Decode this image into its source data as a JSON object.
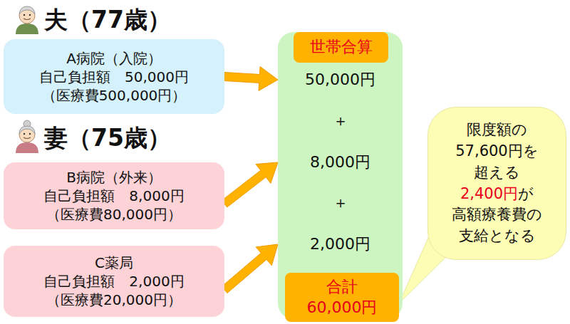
{
  "diagram": {
    "nodes": [
      {
        "text": [
          "A病院（入院）",
          "自己負担額　50,000円",
          "（医療費500,000円）"
        ]
      },
      {
        "text": [
          "B病院（外来）",
          "自己負担額　8,000円",
          "（医療費80,000円）"
        ]
      },
      {
        "text": [
          "C薬局",
          "自己負担額　2,000円",
          "（医療費20,000円）"
        ]
      },
      {
        "text": [
          "50,000円",
          "＋",
          "8,000円",
          "＋",
          "2,000円"
        ]
      },
      {
        "text": [
          "世帯合算"
        ],
        "in": 3
      },
      {
        "text": [
          "合計",
          "60,000円"
        ],
        "in": 3
      },
      {
        "text": [
          "限度額の",
          "57,600円を",
          "超える",
          "2,400円",
          "が",
          "高額療養費の",
          "支給となる"
        ]
      }
    ],
    "edges": [
      {
        "from": 0,
        "to": 3,
        "arrow": "to"
      },
      {
        "from": 1,
        "to": 3,
        "arrow": "to"
      },
      {
        "from": 2,
        "to": 3,
        "arrow": "to"
      },
      {
        "from": 6,
        "to": 5,
        "arrow": "none"
      }
    ],
    "labels": [
      "夫（77歳）",
      "妻（75歳）"
    ]
  }
}
